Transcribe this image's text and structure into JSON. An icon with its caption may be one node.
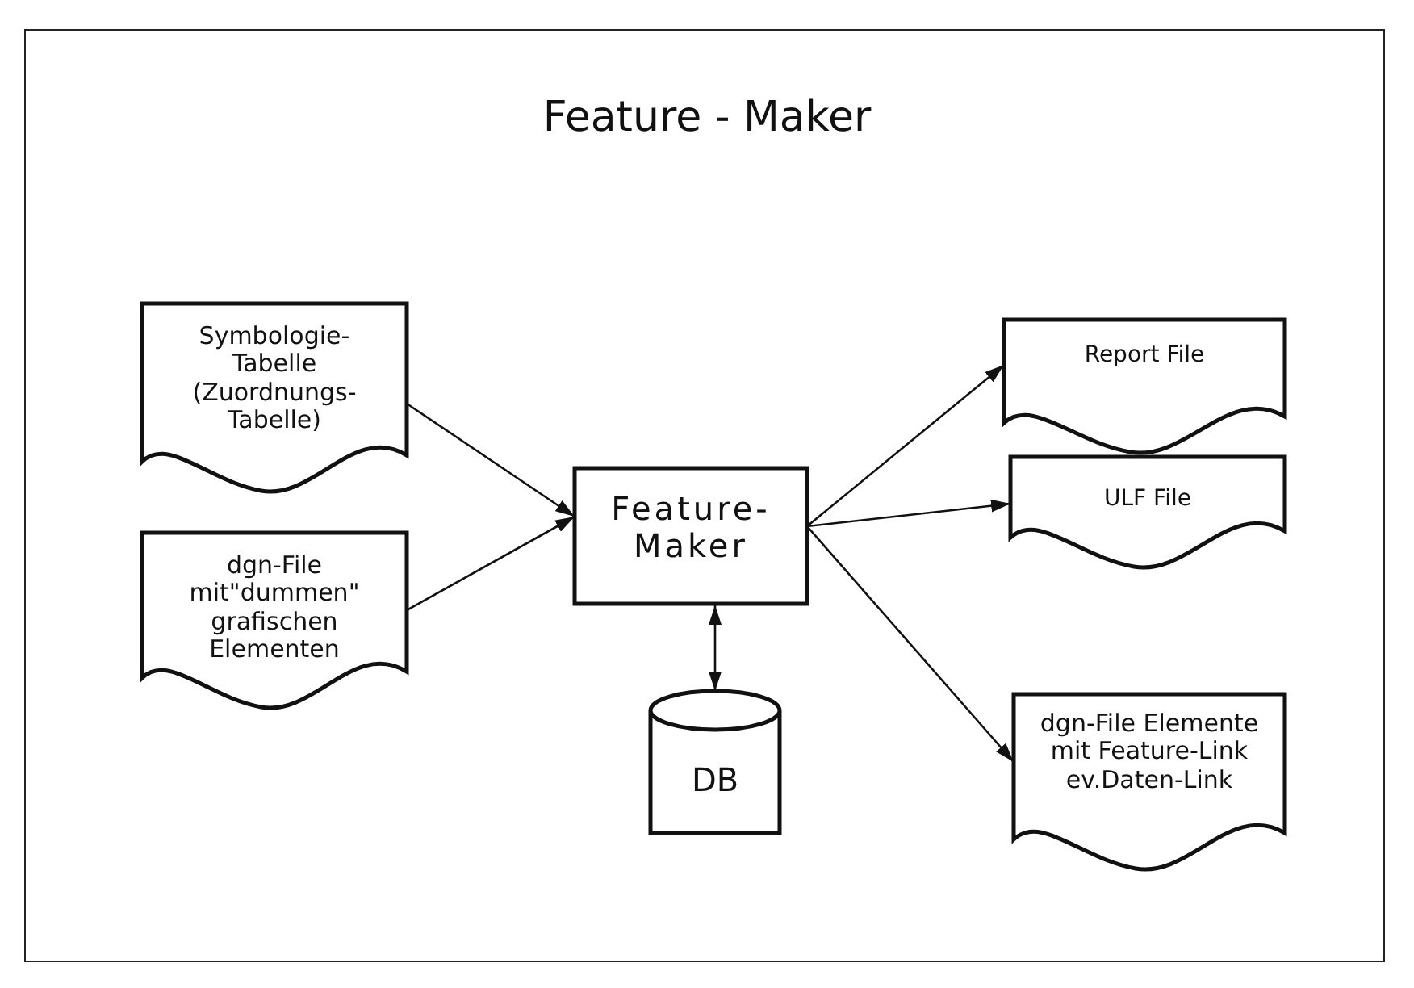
{
  "diagram": {
    "title": "Feature - Maker",
    "nodes": [
      {
        "text": [
          "Symbologie- Tabelle (Zuordnungs- Tabelle)"
        ]
      },
      {
        "text": [
          "dgn-File mit\"dummen\" grafischen Elementen"
        ]
      },
      {
        "text": [
          "Feature- Maker"
        ]
      },
      {
        "text": [
          "DB"
        ]
      },
      {
        "text": [
          "Report File"
        ]
      },
      {
        "text": [
          "ULF File"
        ]
      },
      {
        "text": [
          "dgn-File Elemente mit Feature-Link ev.Daten-Link"
        ]
      }
    ],
    "edges": [
      {
        "from": 0,
        "to": 2,
        "arrow": "to"
      },
      {
        "from": 1,
        "to": 2,
        "arrow": "to"
      },
      {
        "from": 2,
        "to": 4,
        "arrow": "to"
      },
      {
        "from": 2,
        "to": 5,
        "arrow": "to"
      },
      {
        "from": 2,
        "to": 6,
        "arrow": "to"
      },
      {
        "from": 2,
        "to": 3,
        "arrow": "both"
      }
    ]
  }
}
